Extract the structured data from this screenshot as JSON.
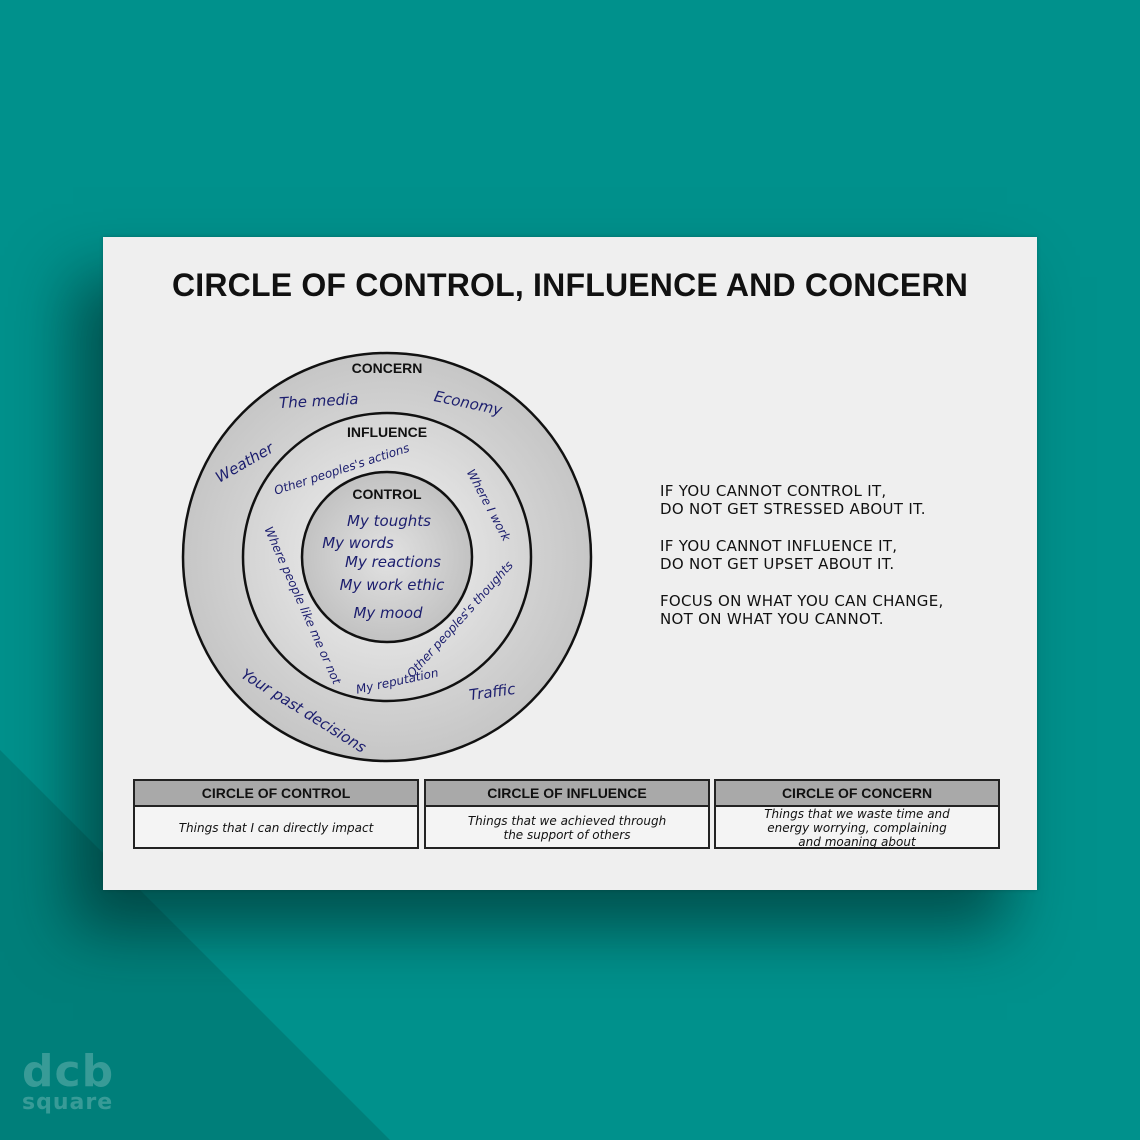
{
  "title": "CIRCLE OF CONTROL, INFLUENCE AND CONCERN",
  "circles": {
    "concern": {
      "label": "CONCERN",
      "items": [
        "The media",
        "Economy",
        "Weather",
        "Your past decisions",
        "Traffic"
      ]
    },
    "influence": {
      "label": "INFLUENCE",
      "items": [
        "Other peoples's actions",
        "Where I work",
        "Where people like me or not",
        "Other peoples's thoughts",
        "My reputation"
      ]
    },
    "control": {
      "label": "CONTROL",
      "items": [
        "My toughts",
        "My words",
        "My reactions",
        "My work ethic",
        "My mood"
      ]
    }
  },
  "quotes": [
    "IF YOU CANNOT CONTROL IT,\nDO NOT GET STRESSED ABOUT IT.",
    "IF YOU CANNOT INFLUENCE IT,\nDO NOT GET UPSET ABOUT IT.",
    "FOCUS ON WHAT YOU CAN CHANGE,\nNOT ON WHAT YOU CANNOT."
  ],
  "boxes": [
    {
      "heading": "CIRCLE OF CONTROL",
      "text": "Things that I can directly impact"
    },
    {
      "heading": "CIRCLE OF INFLUENCE",
      "text": "Things that we achieved through\nthe support of others"
    },
    {
      "heading": "CIRCLE OF CONCERN",
      "text": "Things that we waste time and\nenergy worrying, complaining\nand moaning about"
    }
  ],
  "watermark": {
    "line1": "dcb",
    "line2": "square"
  },
  "colors": {
    "background": "#00918c",
    "poster": "#efefef",
    "handwriting": "#1c1e6e",
    "ring_fill": "#cfcfcf"
  }
}
